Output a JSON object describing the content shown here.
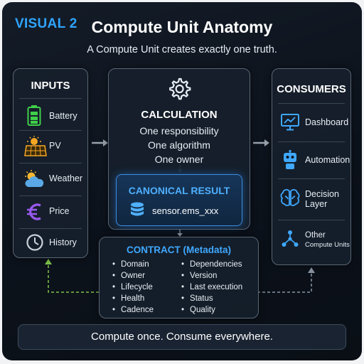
{
  "header": {
    "visual_tag": "VISUAL 2",
    "title": "Compute Unit Anatomy",
    "subtitle": "A Compute Unit creates exactly one truth."
  },
  "inputs": {
    "title": "INPUTS",
    "items": [
      {
        "label": "Battery",
        "icon": "battery-icon"
      },
      {
        "label": "PV",
        "icon": "solar-panel-icon"
      },
      {
        "label": "Weather",
        "icon": "weather-icon"
      },
      {
        "label": "Price",
        "icon": "euro-icon"
      },
      {
        "label": "History",
        "icon": "clock-icon"
      }
    ]
  },
  "calculation": {
    "title": "CALCULATION",
    "lines": [
      "One responsibility",
      "One algorithm",
      "One owner"
    ],
    "icon": "gear-icon"
  },
  "canonical": {
    "title": "CANONICAL RESULT",
    "sensor": "sensor.ems_xxx",
    "icon": "database-icon"
  },
  "consumers": {
    "title": "CONSUMERS",
    "items": [
      {
        "label": "Dashboard",
        "icon": "dashboard-icon"
      },
      {
        "label": "Automation",
        "icon": "robot-icon"
      },
      {
        "label": "Decision",
        "label2": "Layer",
        "icon": "brain-icon"
      },
      {
        "label": "Other",
        "label2": "Compute Units",
        "icon": "network-icon"
      }
    ]
  },
  "contract": {
    "title": "CONTRACT (Metadata)",
    "left": [
      "Domain",
      "Owner",
      "Lifecycle",
      "Health",
      "Cadence"
    ],
    "right": [
      "Dependencies",
      "Version",
      "Last execution",
      "Status",
      "Quality"
    ]
  },
  "footer": {
    "text": "Compute once. Consume everywhere."
  },
  "colors": {
    "accent": "#2fa4ff",
    "battery": "#3fcf4a",
    "solar": "#f5a623",
    "euro": "#9b59f0",
    "consumer_icon": "#3fa8ff",
    "dashed_arrow_left": "#7fc24a",
    "dashed_arrow_right": "#8a94a3"
  }
}
